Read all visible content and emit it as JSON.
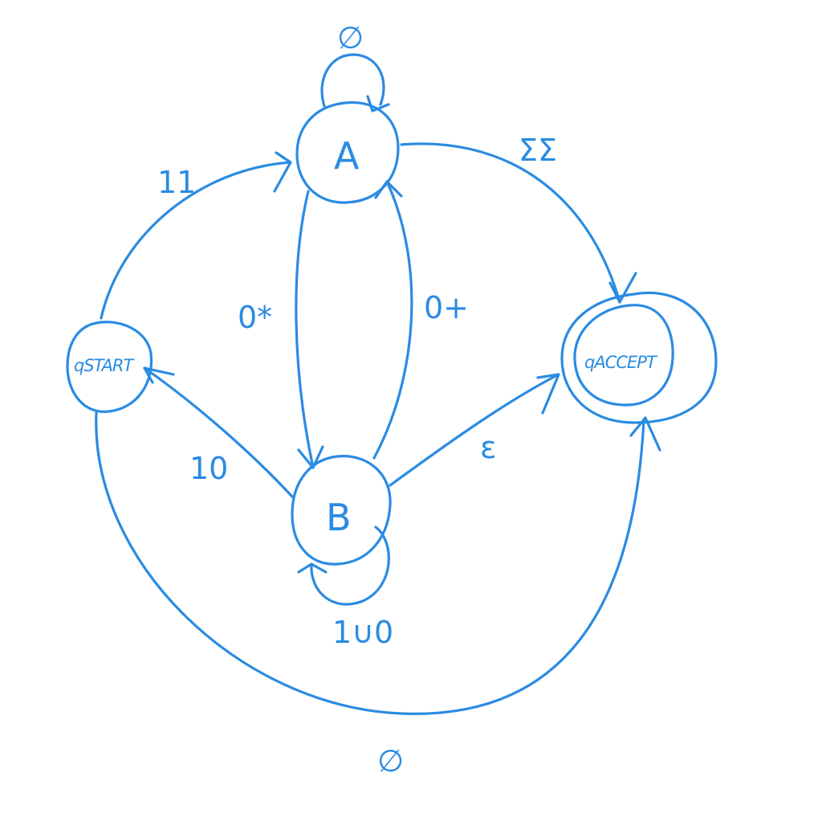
{
  "diagram": {
    "type": "state-diagram",
    "color": "#2a8be2",
    "states": {
      "start": "qSTART",
      "a": "A",
      "b": "B",
      "accept": "qACCEPT"
    },
    "edges": {
      "start_to_a": "11",
      "a_self": "∅",
      "a_to_b": "0*",
      "b_to_a": "0+",
      "a_to_accept": "ΣΣ",
      "b_to_start": "10",
      "b_self": "1∪0",
      "b_to_accept": "ε",
      "start_to_accept": "∅"
    }
  }
}
